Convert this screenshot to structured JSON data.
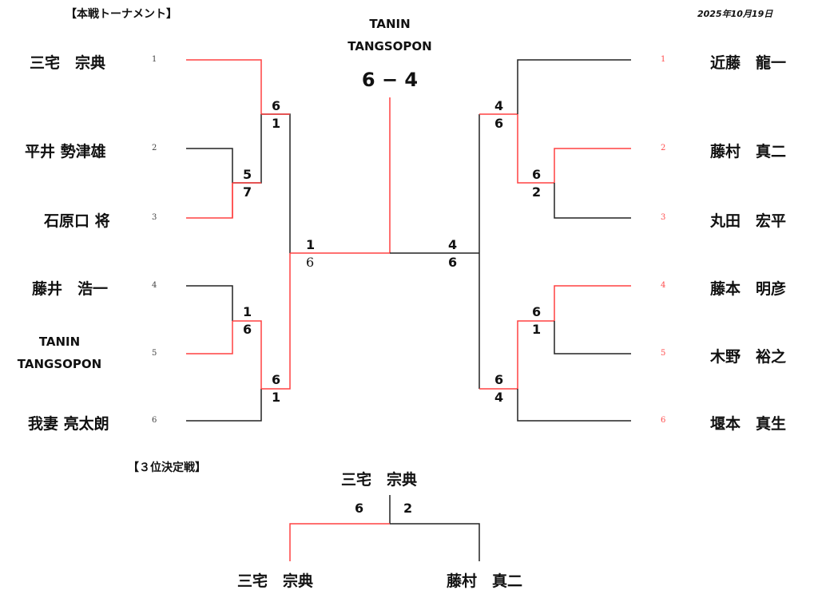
{
  "header": {
    "title": "【本戦トーナメント】",
    "date": "2025年10月19日"
  },
  "final": {
    "winner_line1": "TANIN",
    "winner_line2": "TANGSOPON",
    "score": "6 − 4"
  },
  "left_bracket": {
    "players": [
      {
        "seed": "1",
        "name": "三宅　宗典"
      },
      {
        "seed": "2",
        "name": "平井 勢津雄"
      },
      {
        "seed": "3",
        "name": "石原口 将"
      },
      {
        "seed": "4",
        "name": "藤井　浩一"
      },
      {
        "seed": "5",
        "name_line1": "TANIN",
        "name_line2": "TANGSOPON"
      },
      {
        "seed": "6",
        "name": "我妻 亮太朗"
      }
    ],
    "scores": {
      "r1_top": [
        "5",
        "7"
      ],
      "r1_bottom": [
        "1",
        "6"
      ],
      "semi_top": [
        "6",
        "1"
      ],
      "semi_bottom": [
        "6",
        "1"
      ],
      "final_side": [
        "1",
        "6"
      ]
    }
  },
  "right_bracket": {
    "players": [
      {
        "seed": "1",
        "name": "近藤　龍一"
      },
      {
        "seed": "2",
        "name": "藤村　真二"
      },
      {
        "seed": "3",
        "name": "丸田　宏平"
      },
      {
        "seed": "4",
        "name": "藤本　明彦"
      },
      {
        "seed": "5",
        "name": "木野　裕之"
      },
      {
        "seed": "6",
        "name": "堰本　真生"
      }
    ],
    "scores": {
      "r1_top": [
        "6",
        "2"
      ],
      "r1_bottom": [
        "6",
        "1"
      ],
      "semi_top": [
        "4",
        "6"
      ],
      "semi_bottom": [
        "6",
        "4"
      ],
      "final_side": [
        "4",
        "6"
      ]
    }
  },
  "third_place": {
    "title": "【３位決定戦】",
    "winner": "三宅　宗典",
    "score_left": "6",
    "score_right": "2",
    "player_left": "三宅　宗典",
    "player_right": "藤村　真二"
  },
  "colors": {
    "winner_line": "#ff4040",
    "loser_line": "#222222",
    "right_seed": "#ff4d4d"
  }
}
